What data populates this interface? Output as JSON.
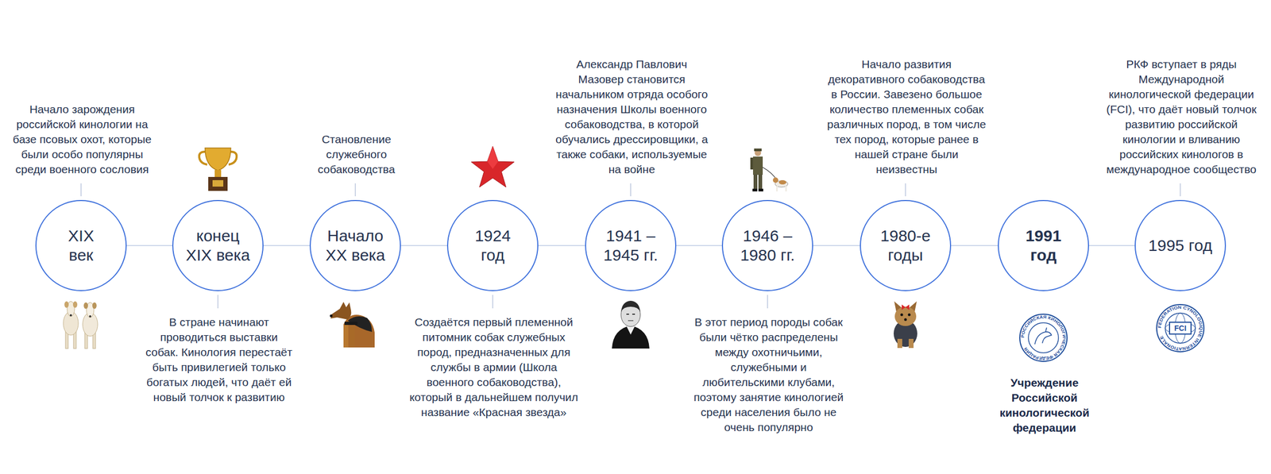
{
  "diagram": {
    "nodes": [
      {
        "text": [
          "XIX век",
          "Начало зарождения российской кинологии на базе псовых охот, которые были особо популярны среди военного сословия"
        ]
      },
      {
        "text": [
          "конец XIX века",
          "В стране начинают проводиться выставки собак. Кинология перестаёт быть привилегией только богатых людей, что даёт ей новый толчок к развитию"
        ]
      },
      {
        "text": [
          "Начало XX века",
          "Становление служебного собаководства"
        ]
      },
      {
        "text": [
          "1924 год",
          "Создаётся первый племенной питомник собак служебных пород, предназначенных для службы в армии (Школа военного собаководства), который в дальнейшем получил название «Красная звезда»"
        ]
      },
      {
        "text": [
          "1941 – 1945 гг.",
          "Александр Павлович Мазовер становится начальником отряда особого назначения Школы военного собаководства, в которой обучались дрессировщики, а также собаки, используемые на войне"
        ]
      },
      {
        "text": [
          "1946 – 1980 гг.",
          "В этот период породы собак были чётко распределены между охотничьими, служебными и любительскими клубами, поэтому занятие кинологией среди населения было не очень популярно"
        ]
      },
      {
        "text": [
          "1980-е годы",
          "Начало развития декоративного собаководства в России. Завезено большое количество племенных собак различных пород, в том числе тех пород, которые ранее в нашей стране были неизвестны"
        ]
      },
      {
        "text": [
          "1991 год",
          "Учреждение Российской кинологической федерации"
        ]
      },
      {
        "text": [
          "1995 год",
          "РКФ вступает в ряды Международной кинологической федерации (FCI), что даёт новый толчок развитию российской кинологии и вливанию российских кинологов в международное сообщество"
        ]
      }
    ],
    "edges": [
      {
        "from": 0,
        "to": 1,
        "arrow": "none"
      },
      {
        "from": 1,
        "to": 2,
        "arrow": "none"
      },
      {
        "from": 2,
        "to": 3,
        "arrow": "none"
      },
      {
        "from": 3,
        "to": 4,
        "arrow": "none"
      },
      {
        "from": 4,
        "to": 5,
        "arrow": "none"
      },
      {
        "from": 5,
        "to": 6,
        "arrow": "none"
      },
      {
        "from": 6,
        "to": 7,
        "arrow": "none"
      },
      {
        "from": 7,
        "to": 8,
        "arrow": "none"
      }
    ],
    "labels": [
      "РОССИЙСКАЯ КИНОЛОГИЧЕСКАЯ ФЕДЕРАЦИЯ",
      "FEDERATION CYNOLOGIQUE INTERNATIONALE",
      "FCI"
    ]
  }
}
